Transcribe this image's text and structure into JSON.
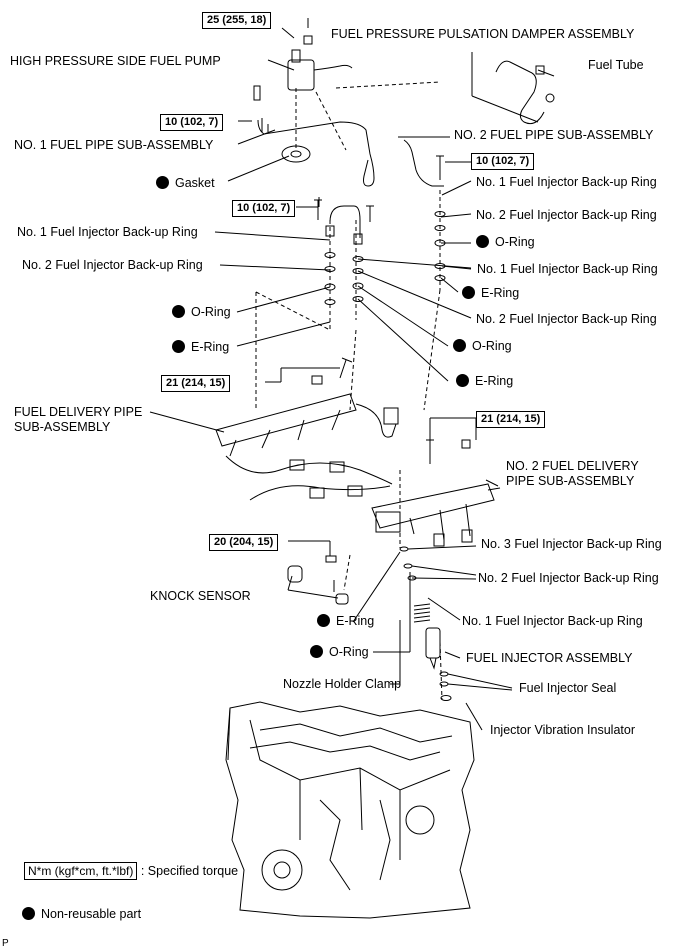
{
  "labels": {
    "torque_25": "25 (255, 18)",
    "hp_pump": "HIGH PRESSURE SIDE FUEL PUMP",
    "damper": "FUEL PRESSURE PULSATION DAMPER ASSEMBLY",
    "fuel_tube": "Fuel Tube",
    "torque_10a": "10 (102, 7)",
    "no1_pipe": "NO. 1 FUEL PIPE SUB-ASSEMBLY",
    "no2_pipe": "NO. 2 FUEL PIPE SUB-ASSEMBLY",
    "torque_10b": "10 (102, 7)",
    "gasket": "Gasket",
    "r_no1_backup": "No. 1 Fuel Injector Back-up Ring",
    "r_no2_backup": "No. 2 Fuel Injector Back-up Ring",
    "r_oring": "O-Ring",
    "r_no1_backup2": "No. 1 Fuel Injector Back-up Ring",
    "r_ering": "E-Ring",
    "r_no2_backup2": "No. 2 Fuel Injector Back-up Ring",
    "r_oring2": "O-Ring",
    "r_ering2": "E-Ring",
    "torque_10c": "10 (102, 7)",
    "l_no1_backup": "No. 1 Fuel Injector Back-up Ring",
    "l_no2_backup": "No. 2 Fuel Injector Back-up Ring",
    "l_oring": "O-Ring",
    "l_ering": "E-Ring",
    "torque_21a": "21 (214, 15)",
    "torque_21b": "21 (214, 15)",
    "fdp_line1": "FUEL DELIVERY PIPE",
    "fdp_line2": "SUB-ASSEMBLY",
    "no2fdp_line1": "NO. 2 FUEL DELIVERY",
    "no2fdp_line2": "PIPE SUB-ASSEMBLY",
    "no3_backup": "No. 3 Fuel Injector Back-up Ring",
    "no2_backup_b": "No. 2 Fuel Injector Back-up Ring",
    "no1_backup_b": "No. 1 Fuel Injector Back-up Ring",
    "torque_20": "20 (204, 15)",
    "knock": "KNOCK SENSOR",
    "e_ring_b": "E-Ring",
    "o_ring_b": "O-Ring",
    "injector": "FUEL INJECTOR ASSEMBLY",
    "nozzle_clamp": "Nozzle Holder Clamp",
    "injector_seal": "Fuel Injector Seal",
    "vib_insulator": "Injector Vibration Insulator",
    "legend_torque_box": "N*m (kgf*cm, ft.*lbf)",
    "legend_torque_text": ": Specified torque",
    "legend_nonreusable": "Non-reusable part",
    "corner_mark": "P"
  }
}
